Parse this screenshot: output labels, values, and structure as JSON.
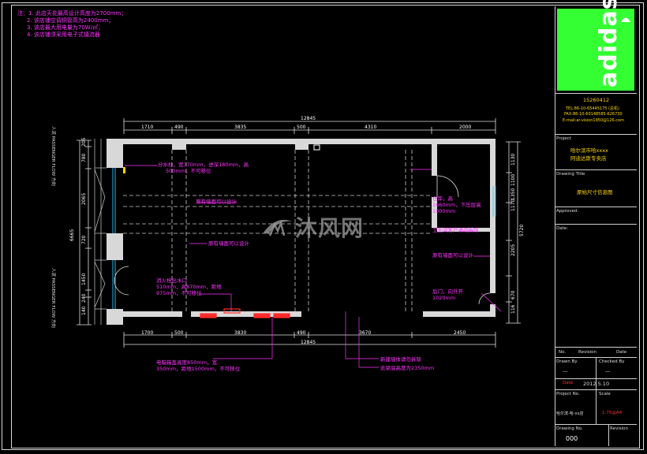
{
  "notes": {
    "title": "注：1. 此店天花最高设计高度为2700mm；",
    "items": [
      "2. 该店铺空调铜管高为2400mm；",
      "3. 该店最大用电量为70W/㎡；",
      "4. 该店铺须采用电子式镇流器"
    ]
  },
  "top_dims": {
    "total": "12845",
    "segments": [
      "1710",
      "490",
      "3835",
      "500",
      "4310",
      "2000"
    ]
  },
  "bottom_dims": {
    "total": "12845",
    "segments": [
      "1700",
      "500",
      "3830",
      "490",
      "3670",
      "2450"
    ]
  },
  "left_dims": {
    "total": "6665",
    "segments": [
      "205",
      "780",
      "2065",
      "720",
      "1450",
      "240",
      "140"
    ]
  },
  "right_dims": {
    "total": "5720",
    "segments": [
      "1130",
      "1100",
      "1350",
      "1170",
      "2205",
      "670",
      "116"
    ]
  },
  "side_labels": {
    "upper": "人流 PASSENGER FLOW 方向",
    "lower": "人流 PASSENGER FLOW 方向"
  },
  "annotations": {
    "a1": [
      "分水柱，宽370mm，进深180mm，高",
      "500mm，不可移位"
    ],
    "a2": "原有墙面可以设计",
    "a3": "原有墙面可以设计",
    "a4": [
      "消火栓出水口",
      "510mm，高870mm，距地",
      "975mm，不可移位"
    ],
    "a5": [
      "电箱箱盖高度850mm，宽",
      "350mm，距地1500mm，不可移位"
    ],
    "a6": "新建墙体请勿拆除",
    "a7": "此梁底高度为2350mm",
    "a8": [
      "仓库，高",
      "1660mm，下压层高",
      "1000mm"
    ],
    "a9": "卫生间客户请勿拆除",
    "a10": "原有墙面可以设计",
    "a11": [
      "后门，向外开",
      "1020mm"
    ]
  },
  "watermark": {
    "text": "沐风网"
  },
  "title_block": {
    "logo": "adidas",
    "code": "15260412",
    "tel": "TEL:86-10-65445175 (总机)",
    "fax": "FAX:86-10-60148585-626730",
    "email": "E-mail:ar-vision1950@126.com",
    "project_label": "Project",
    "project_value_1": "哈尔滨市哈xxxx",
    "project_value_2": "阿迪达斯专卖店",
    "drawing_title_label": "Drawing Title",
    "drawing_title_value": "原始尺寸信息图",
    "approved_label": "Approved:",
    "date_label_top": "Date:",
    "no_label": "No.",
    "revision_label": "Revision",
    "date_col_label": "Date",
    "drawn_by_label": "Drawn By",
    "checked_by_label": "Checked By",
    "drawn_by_value": "—",
    "checked_by_value": "—",
    "date_label": "Date",
    "date_value": "2012.5.10",
    "project_no_label": "Project No.",
    "scale_label": "Scale",
    "project_no_value": "哈尔滨-哈-xx店",
    "scale_value": "1:75@A4",
    "drawing_no_label": "Drawing No.",
    "revision_label_2": "Revision",
    "drawing_no_value": "000"
  }
}
